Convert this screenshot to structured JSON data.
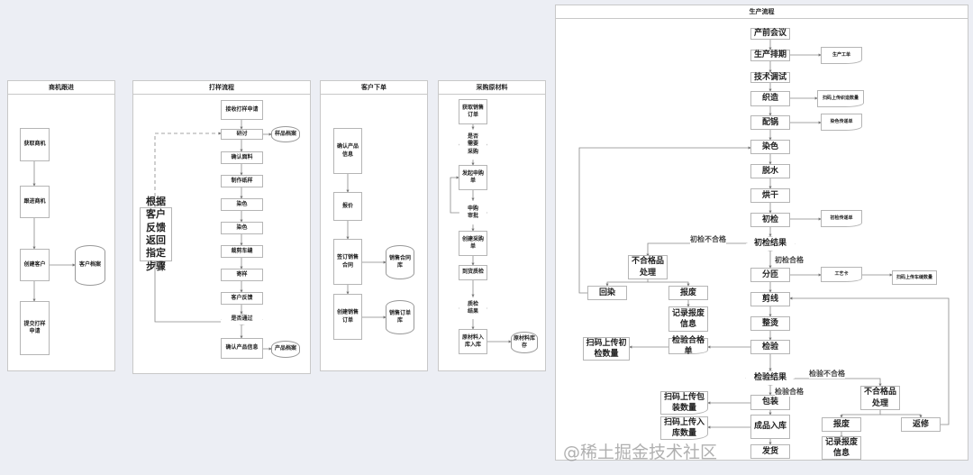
{
  "lanes": {
    "opportunity": {
      "title": "商机跟进",
      "nodes": [
        "获取商机",
        "跟进商机",
        "创建客户",
        "客户档案",
        "提交打样申请"
      ]
    },
    "sampling": {
      "title": "打样流程",
      "nodes": [
        "接收打样申请",
        "研讨",
        "样品档案",
        "确认面料",
        "制作纸样",
        "染色",
        "染色",
        "裁剪车缝",
        "寄样",
        "客户反馈",
        "是否通过",
        "确认产品信息",
        "产品档案",
        "根据客户反馈返回指定步骤"
      ]
    },
    "order": {
      "title": "客户下单",
      "nodes": [
        "确认产品信息",
        "报价",
        "签订销售合同",
        "销售合同库",
        "创建销售订单",
        "销售订单库"
      ]
    },
    "purchase": {
      "title": "采购原材料",
      "nodes": [
        "获取销售订单",
        "是否需要采购",
        "发起申购单",
        "申购审批",
        "创建采购单",
        "到货质检",
        "质检结果",
        "原材料入库入库",
        "原材料库存"
      ]
    },
    "production": {
      "title": "生产流程",
      "main": [
        "产前会议",
        "生产排期",
        "技术调试",
        "织造",
        "配锅",
        "染色",
        "脱水",
        "烘干",
        "初检",
        "初检结果",
        "分匝",
        "剪线",
        "整烫",
        "检验",
        "检验结果",
        "包装",
        "成品入库",
        "发货"
      ],
      "docs": [
        "生产工单",
        "扫码上传织造数量",
        "染色传递单",
        "初检传递单",
        "工艺卡",
        "扫码上传车缝数量"
      ],
      "left": [
        "不合格品处理",
        "回染",
        "报废",
        "记录报废信息",
        "检验合格单",
        "扫码上传初检数量",
        "扫码上传包装数量",
        "扫码上传入库数量"
      ],
      "right": [
        "不合格品处理",
        "报废",
        "返修",
        "记录报废信息"
      ],
      "labels": [
        "初检不合格",
        "初检合格",
        "检验不合格",
        "检验合格"
      ]
    }
  },
  "watermark": "@稀土掘金技术社区"
}
